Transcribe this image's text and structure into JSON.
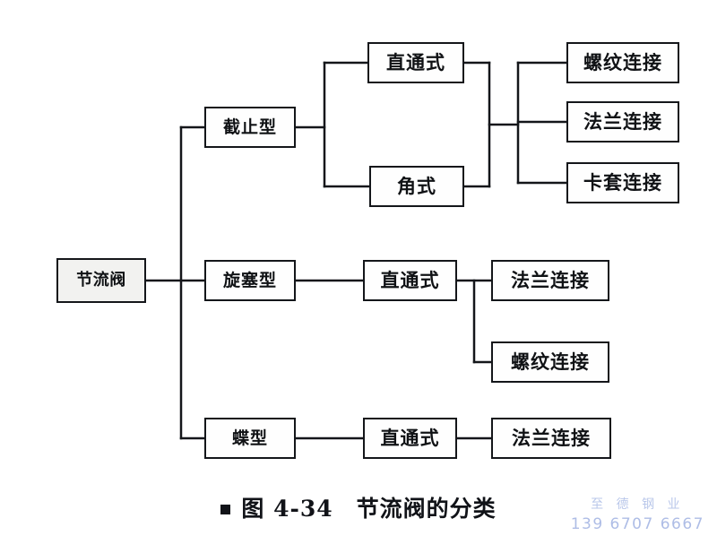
{
  "figure": {
    "root": {
      "label": "节流阀"
    },
    "level1": [
      {
        "label": "截止型"
      },
      {
        "label": "旋塞型"
      },
      {
        "label": "蝶型"
      }
    ],
    "level2": [
      {
        "label": "直通式"
      },
      {
        "label": "角式"
      },
      {
        "label": "直通式"
      },
      {
        "label": "直通式"
      }
    ],
    "level3": [
      {
        "label": "螺纹连接"
      },
      {
        "label": "法兰连接"
      },
      {
        "label": "卡套连接"
      },
      {
        "label": "法兰连接"
      },
      {
        "label": "螺纹连接"
      },
      {
        "label": "法兰连接"
      }
    ],
    "caption": {
      "bullet": "■",
      "figure_number": "图 4-34",
      "title": "节流阀的分类"
    },
    "watermark": {
      "brand": "至 德 钢 业",
      "phone": "139 6707 6667",
      "color": "#b9c7ea"
    },
    "colors": {
      "line": "#14161a",
      "box_border": "#14161a",
      "box_fill": "#fefefe",
      "root_fill": "#f2f2f0",
      "text": "#101215",
      "background": "#ffffff"
    },
    "chart_data": {
      "type": "diagram",
      "title": "节流阀的分类",
      "orientation": "left-to-right tree",
      "nodes": [
        {
          "id": "root",
          "label": "节流阀",
          "level": 0
        },
        {
          "id": "jzx",
          "label": "截止型",
          "level": 1
        },
        {
          "id": "xsx",
          "label": "旋塞型",
          "level": 1
        },
        {
          "id": "dx",
          "label": "蝶型",
          "level": 1
        },
        {
          "id": "jzx-ztx",
          "label": "直通式",
          "level": 2
        },
        {
          "id": "jzx-js",
          "label": "角式",
          "level": 2
        },
        {
          "id": "xsx-ztx",
          "label": "直通式",
          "level": 2
        },
        {
          "id": "dx-ztx",
          "label": "直通式",
          "level": 2
        },
        {
          "id": "lwlj-1",
          "label": "螺纹连接",
          "level": 3
        },
        {
          "id": "fllj-1",
          "label": "法兰连接",
          "level": 3
        },
        {
          "id": "ktlj-1",
          "label": "卡套连接",
          "level": 3
        },
        {
          "id": "fllj-2",
          "label": "法兰连接",
          "level": 3
        },
        {
          "id": "lwlj-2",
          "label": "螺纹连接",
          "level": 3
        },
        {
          "id": "fllj-3",
          "label": "法兰连接",
          "level": 3
        }
      ],
      "edges": [
        [
          "root",
          "jzx"
        ],
        [
          "root",
          "xsx"
        ],
        [
          "root",
          "dx"
        ],
        [
          "jzx",
          "jzx-ztx"
        ],
        [
          "jzx",
          "jzx-js"
        ],
        [
          "jzx-ztx",
          "lwlj-1"
        ],
        [
          "jzx-ztx",
          "fllj-1"
        ],
        [
          "jzx-ztx",
          "ktlj-1"
        ],
        [
          "jzx-js",
          "lwlj-1"
        ],
        [
          "jzx-js",
          "fllj-1"
        ],
        [
          "jzx-js",
          "ktlj-1"
        ],
        [
          "xsx",
          "xsx-ztx"
        ],
        [
          "xsx-ztx",
          "fllj-2"
        ],
        [
          "xsx-ztx",
          "lwlj-2"
        ],
        [
          "dx",
          "dx-ztx"
        ],
        [
          "dx-ztx",
          "fllj-3"
        ]
      ]
    }
  }
}
